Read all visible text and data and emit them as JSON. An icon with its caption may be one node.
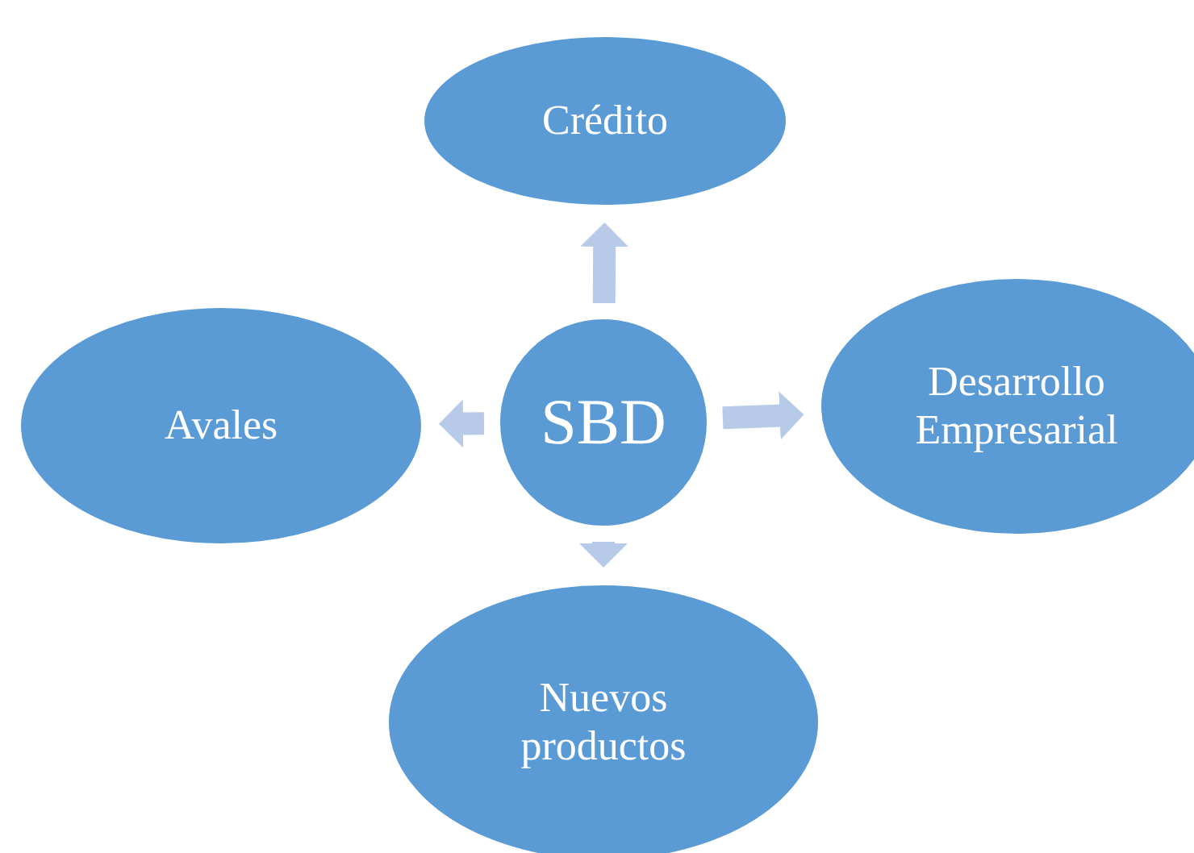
{
  "diagram": {
    "nodes": [
      {
        "text": [
          "Crédito"
        ]
      },
      {
        "text": [
          "Avales"
        ]
      },
      {
        "text": [
          "SBD"
        ]
      },
      {
        "text": [
          "Desarrollo Empresarial"
        ]
      },
      {
        "text": [
          "Nuevos productos"
        ]
      }
    ],
    "edges": [
      {
        "from": 2,
        "to": 0,
        "arrow": "to"
      },
      {
        "from": 2,
        "to": 1,
        "arrow": "to"
      },
      {
        "from": 2,
        "to": 3,
        "arrow": "to"
      },
      {
        "from": 2,
        "to": 4,
        "arrow": "to"
      }
    ]
  }
}
